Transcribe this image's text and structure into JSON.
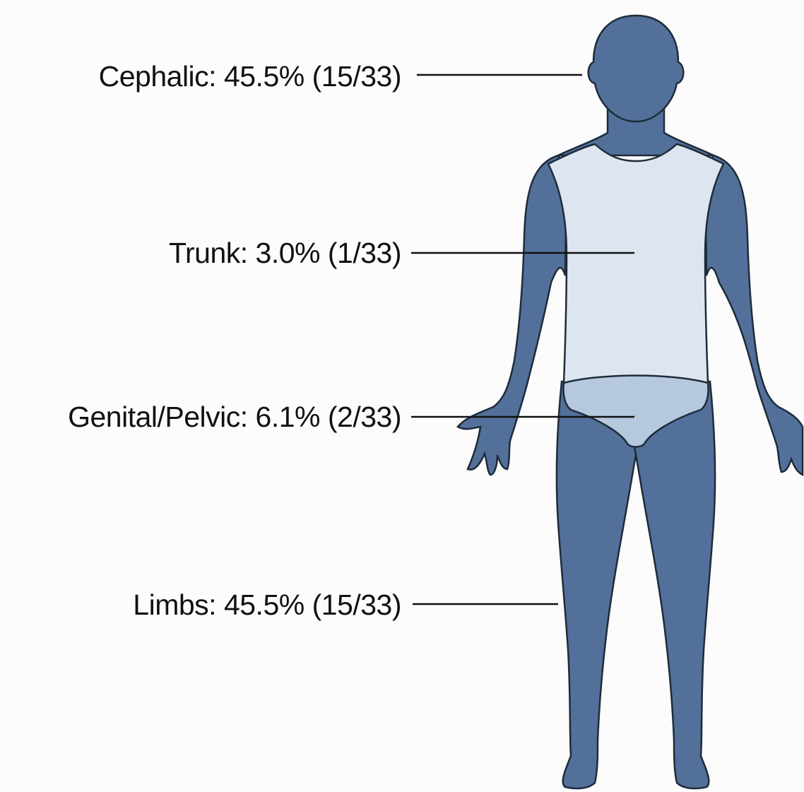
{
  "regions": [
    {
      "id": "cephalic",
      "label": "Cephalic: 45.5% (15/33)",
      "percent": 45.5,
      "count": 15,
      "total": 33
    },
    {
      "id": "trunk",
      "label": "Trunk: 3.0% (1/33)",
      "percent": 3.0,
      "count": 1,
      "total": 33
    },
    {
      "id": "genital-pelvic",
      "label": "Genital/Pelvic: 6.1% (2/33)",
      "percent": 6.1,
      "count": 2,
      "total": 33
    },
    {
      "id": "limbs",
      "label": "Limbs: 45.5% (15/33)",
      "percent": 45.5,
      "count": 15,
      "total": 33
    }
  ],
  "colors": {
    "body": "#52709a",
    "trunk": "#dde6f0",
    "pelvic": "#b6c8de",
    "outline": "#1e2c3a",
    "leader": "#111111",
    "text": "#111111"
  }
}
